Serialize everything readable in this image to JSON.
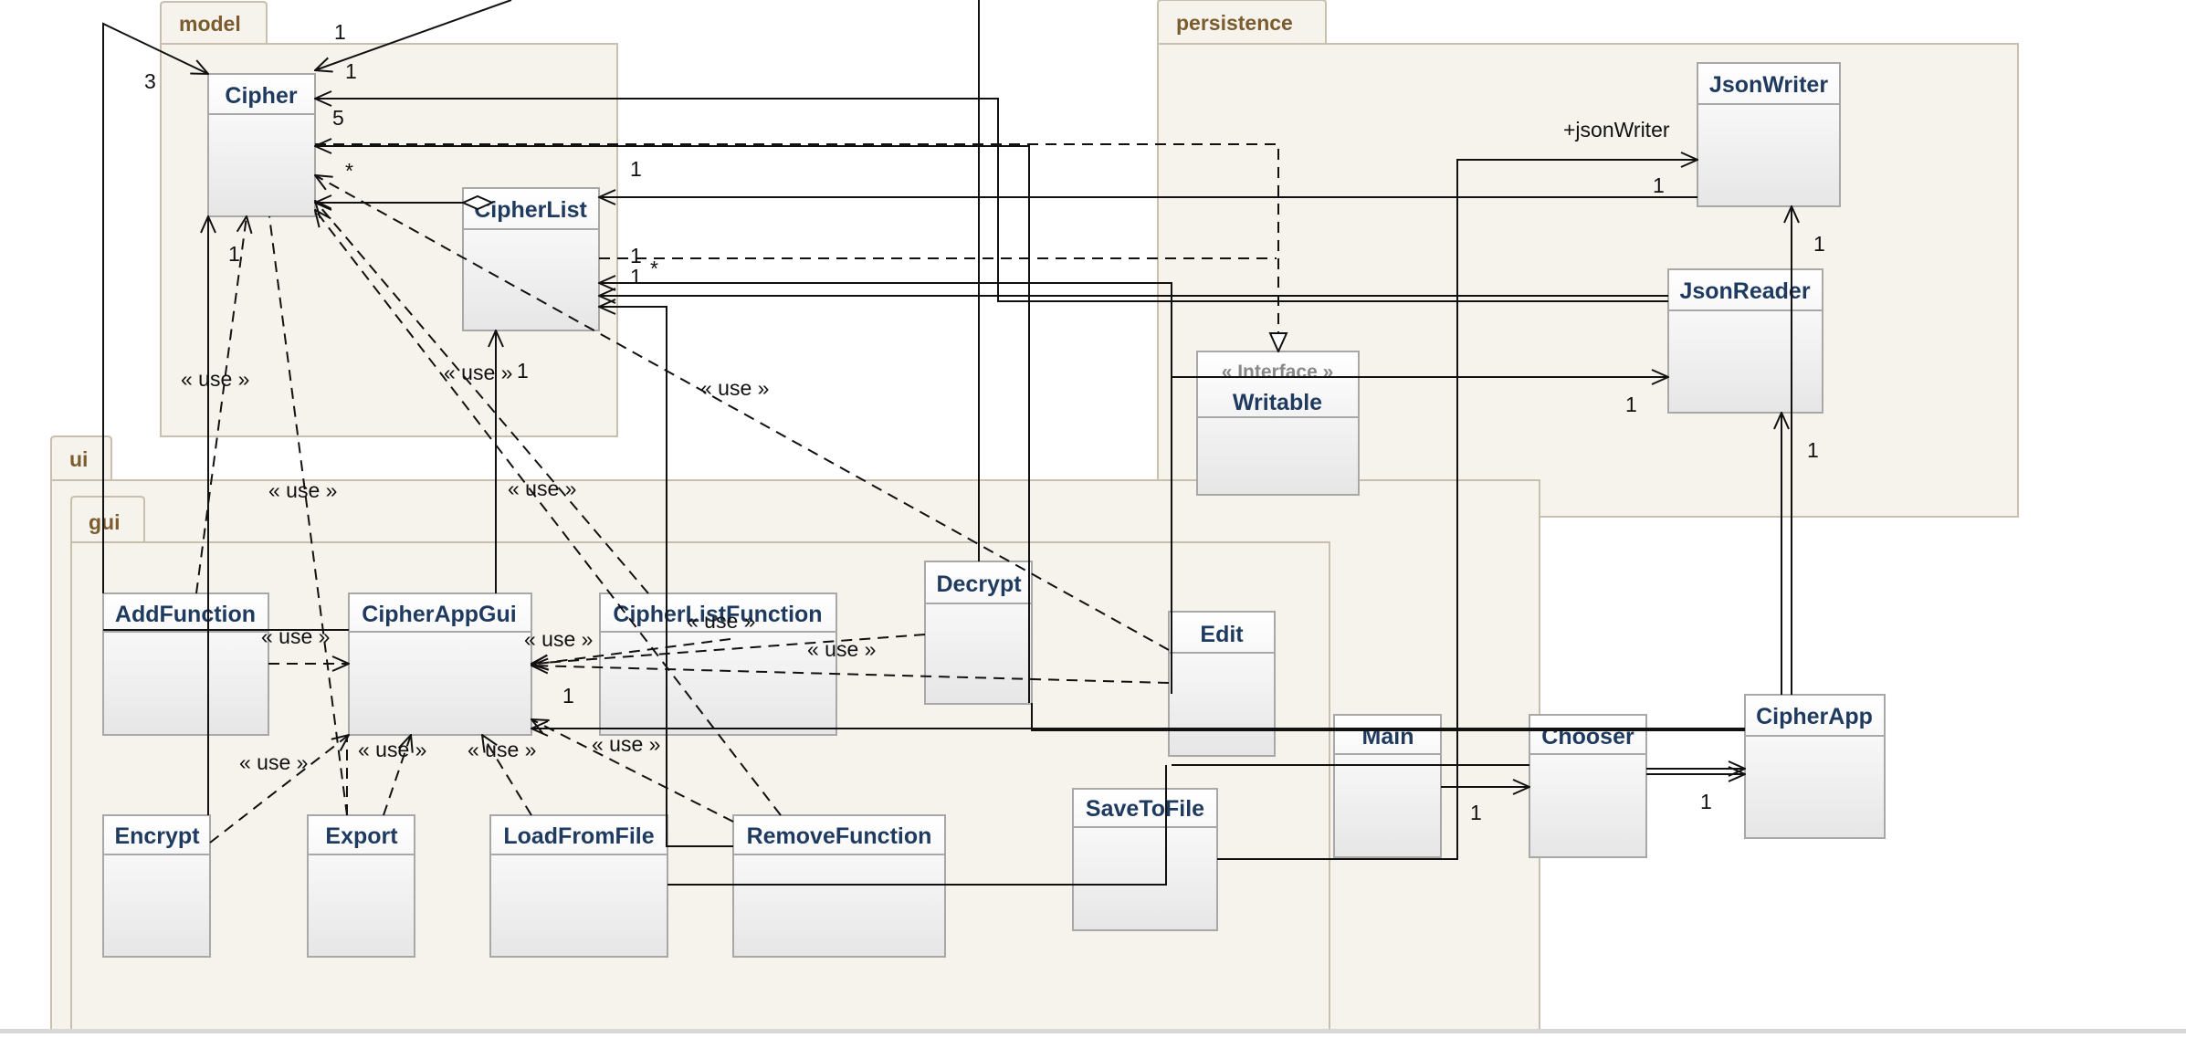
{
  "packages": {
    "model": "model",
    "persistence": "persistence",
    "ui": "ui",
    "gui": "gui"
  },
  "classes": {
    "cipher": "Cipher",
    "cipher_list": "CipherList",
    "json_writer": "JsonWriter",
    "json_reader": "JsonReader",
    "writable": "Writable",
    "writable_stereotype": "« Interface »",
    "add_function": "AddFunction",
    "cipher_app_gui": "CipherAppGui",
    "cipher_list_function": "CipherListFunction",
    "decrypt": "Decrypt",
    "edit": "Edit",
    "main": "Main",
    "chooser": "Chooser",
    "cipher_app": "CipherApp",
    "encrypt": "Encrypt",
    "export": "Export",
    "load_from_file": "LoadFromFile",
    "remove_function": "RemoveFunction",
    "save_to_file": "SaveToFile"
  },
  "labels": {
    "use": "« use »",
    "one": "1",
    "three": "3",
    "five": "5",
    "star": "*",
    "json_writer_role": "+jsonWriter"
  },
  "colors": {
    "package_fill": "#f6f3ed",
    "package_stroke": "#c9bfae",
    "class_stroke": "#a8a8a8",
    "class_fill_top": "#ffffff",
    "class_fill_bottom": "#e8e8e8",
    "name_text": "#1f3a5f",
    "package_text": "#7a5c2e"
  }
}
